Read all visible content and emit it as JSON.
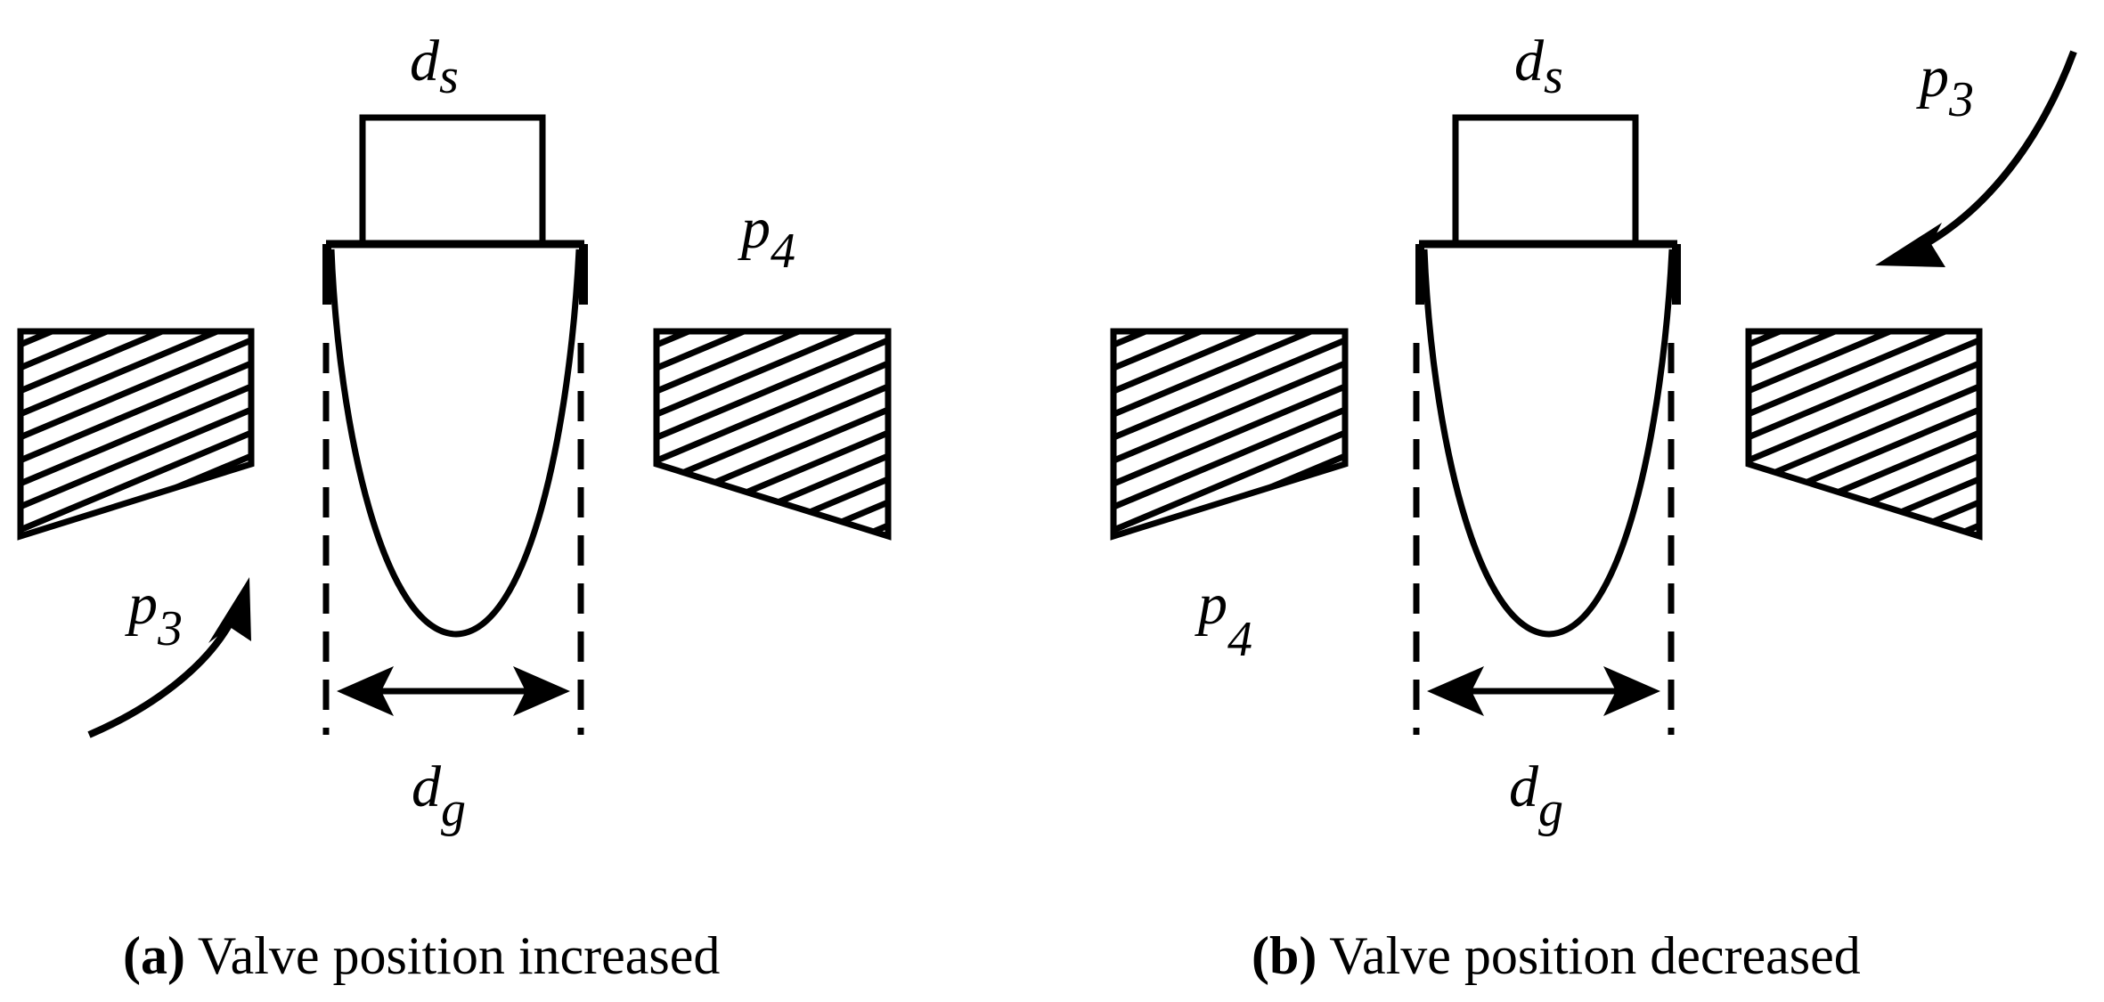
{
  "panels": [
    {
      "id": "a",
      "stem_label": {
        "main": "d",
        "sub": "s"
      },
      "gap_label": {
        "main": "d",
        "sub": "g"
      },
      "inlet_label": {
        "main": "p",
        "sub": "3"
      },
      "outlet_label": {
        "main": "p",
        "sub": "4"
      },
      "caption": {
        "tag": "(a)",
        "text": " Valve position increased"
      }
    },
    {
      "id": "b",
      "stem_label": {
        "main": "d",
        "sub": "s"
      },
      "gap_label": {
        "main": "d",
        "sub": "g"
      },
      "inlet_label": {
        "main": "p",
        "sub": "3"
      },
      "outlet_label": {
        "main": "p",
        "sub": "4"
      },
      "caption": {
        "tag": "(b)",
        "text": " Valve position decreased"
      }
    }
  ]
}
